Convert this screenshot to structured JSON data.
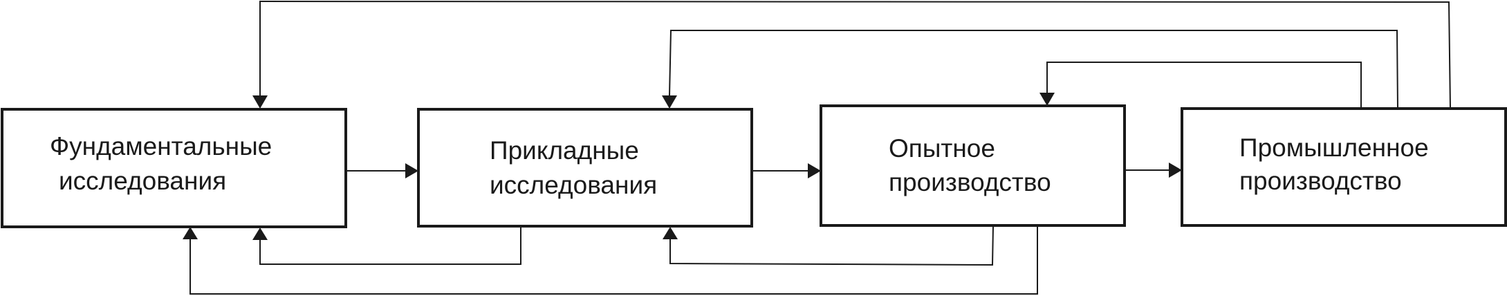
{
  "diagram": {
    "boxes": [
      {
        "line1": "Фундаментальные",
        "line2": "исследования"
      },
      {
        "line1": "Прикладные",
        "line2": "исследования"
      },
      {
        "line1": "Опытное",
        "line2": "производство"
      },
      {
        "line1": "Промышленное",
        "line2": "производство"
      }
    ]
  },
  "colors": {
    "line": "#1a1a1a",
    "box_fill": "#ffffff"
  }
}
